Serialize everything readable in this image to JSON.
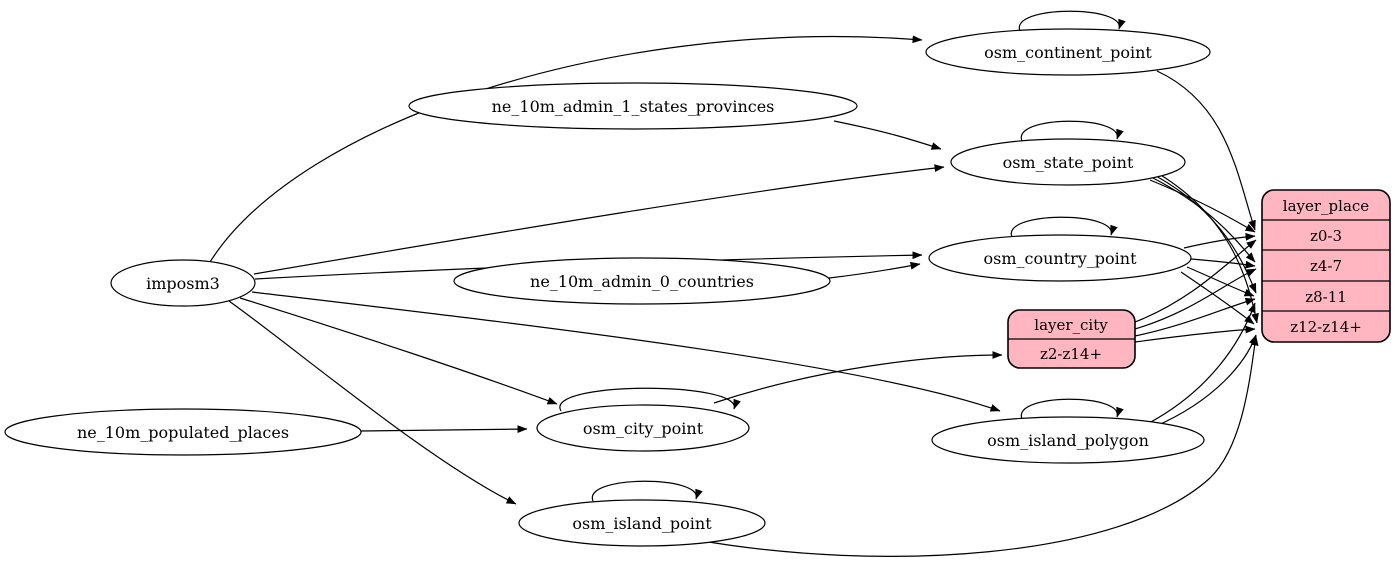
{
  "diagram": {
    "colors": {
      "background": "#ffffff",
      "node_fill": "#ffffff",
      "record_fill": "#ffb6c1",
      "stroke": "#000000"
    },
    "nodes": {
      "imposm3": {
        "label": "imposm3",
        "shape": "ellipse"
      },
      "ne_10m_admin_1_states_provinces": {
        "label": "ne_10m_admin_1_states_provinces",
        "shape": "ellipse"
      },
      "ne_10m_admin_0_countries": {
        "label": "ne_10m_admin_0_countries",
        "shape": "ellipse"
      },
      "ne_10m_populated_places": {
        "label": "ne_10m_populated_places",
        "shape": "ellipse"
      },
      "osm_continent_point": {
        "label": "osm_continent_point",
        "shape": "ellipse"
      },
      "osm_state_point": {
        "label": "osm_state_point",
        "shape": "ellipse"
      },
      "osm_country_point": {
        "label": "osm_country_point",
        "shape": "ellipse"
      },
      "osm_city_point": {
        "label": "osm_city_point",
        "shape": "ellipse"
      },
      "osm_island_polygon": {
        "label": "osm_island_polygon",
        "shape": "ellipse"
      },
      "osm_island_point": {
        "label": "osm_island_point",
        "shape": "ellipse"
      }
    },
    "records": {
      "layer_place": {
        "title": "layer_place",
        "rows": [
          "z0-3",
          "z4-7",
          "z8-11",
          "z12-z14+"
        ]
      },
      "layer_city": {
        "title": "layer_city",
        "rows": [
          "z2-z14+"
        ]
      }
    },
    "edges": [
      {
        "from": "imposm3",
        "to": "osm_continent_point"
      },
      {
        "from": "imposm3",
        "to": "osm_state_point"
      },
      {
        "from": "imposm3",
        "to": "osm_country_point"
      },
      {
        "from": "imposm3",
        "to": "osm_city_point"
      },
      {
        "from": "imposm3",
        "to": "osm_island_polygon"
      },
      {
        "from": "imposm3",
        "to": "osm_island_point"
      },
      {
        "from": "ne_10m_admin_1_states_provinces",
        "to": "osm_state_point"
      },
      {
        "from": "ne_10m_admin_0_countries",
        "to": "osm_country_point"
      },
      {
        "from": "ne_10m_populated_places",
        "to": "osm_city_point"
      },
      {
        "from": "osm_continent_point",
        "to": "osm_continent_point"
      },
      {
        "from": "osm_state_point",
        "to": "osm_state_point"
      },
      {
        "from": "osm_country_point",
        "to": "osm_country_point"
      },
      {
        "from": "osm_city_point",
        "to": "osm_city_point"
      },
      {
        "from": "osm_island_polygon",
        "to": "osm_island_polygon"
      },
      {
        "from": "osm_island_point",
        "to": "osm_island_point"
      },
      {
        "from": "osm_city_point",
        "to": "layer_city",
        "to_row": "z2-z14+"
      },
      {
        "from": "osm_continent_point",
        "to": "layer_place",
        "to_row": "z0-3"
      },
      {
        "from": "osm_state_point",
        "to": "layer_place",
        "to_row": "z0-3"
      },
      {
        "from": "osm_state_point",
        "to": "layer_place",
        "to_row": "z4-7"
      },
      {
        "from": "osm_state_point",
        "to": "layer_place",
        "to_row": "z8-11"
      },
      {
        "from": "osm_state_point",
        "to": "layer_place",
        "to_row": "z12-z14+"
      },
      {
        "from": "osm_country_point",
        "to": "layer_place",
        "to_row": "z0-3"
      },
      {
        "from": "osm_country_point",
        "to": "layer_place",
        "to_row": "z4-7"
      },
      {
        "from": "osm_country_point",
        "to": "layer_place",
        "to_row": "z8-11"
      },
      {
        "from": "osm_country_point",
        "to": "layer_place",
        "to_row": "z12-z14+"
      },
      {
        "from": "layer_city",
        "to": "layer_place",
        "to_row": "z0-3"
      },
      {
        "from": "layer_city",
        "to": "layer_place",
        "to_row": "z4-7"
      },
      {
        "from": "layer_city",
        "to": "layer_place",
        "to_row": "z8-11"
      },
      {
        "from": "layer_city",
        "to": "layer_place",
        "to_row": "z12-z14+"
      },
      {
        "from": "osm_island_polygon",
        "to": "layer_place",
        "to_row": "z8-11"
      },
      {
        "from": "osm_island_polygon",
        "to": "layer_place",
        "to_row": "z12-z14+"
      },
      {
        "from": "osm_island_point",
        "to": "layer_place",
        "to_row": "z12-z14+"
      }
    ]
  }
}
